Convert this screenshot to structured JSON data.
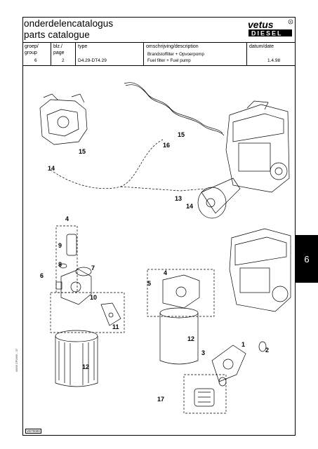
{
  "header": {
    "title_line1": "onderdelencatalogus",
    "title_line2": "parts catalogue",
    "logo_top": "vetus",
    "logo_bottom": "DIESEL"
  },
  "meta": {
    "group_label": "groep/\ngroup",
    "group_value": "6",
    "page_label": "blz./\npage",
    "page_value": "2",
    "type_label": "type",
    "type_value": "D4.29-DT4.29",
    "desc_label": "omschrijving/description",
    "desc_nl": "Brandstoffilter + Opvoerpomp",
    "desc_en": "Fuel filter + Fuel pump",
    "date_label": "datum/date",
    "date_value": "1.4.98"
  },
  "side_tab": "6",
  "side_code": "99/09 ZP0969 - 37",
  "footer_code": "VD70000",
  "callouts": [
    "15",
    "16",
    "15",
    "14",
    "13",
    "14",
    "4",
    "9",
    "8",
    "7",
    "6",
    "4",
    "5",
    "10",
    "11",
    "12",
    "12",
    "3",
    "1",
    "2",
    "17"
  ]
}
